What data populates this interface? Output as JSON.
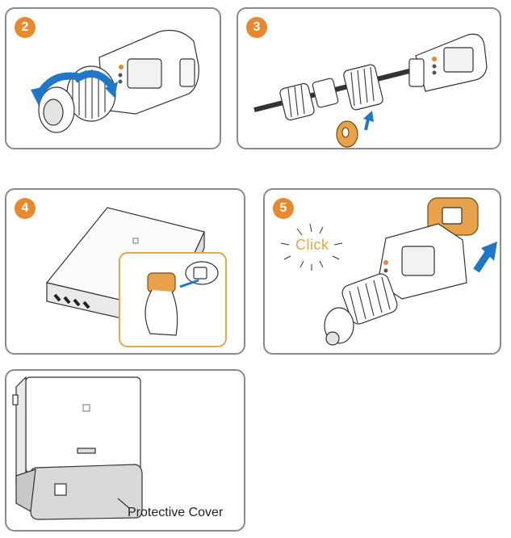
{
  "steps": [
    {
      "number": "2"
    },
    {
      "number": "3"
    },
    {
      "number": "4"
    },
    {
      "number": "5",
      "callout": "Click"
    },
    {
      "number": "",
      "label": "Protective Cover"
    }
  ],
  "colors": {
    "accent": "#e8892e",
    "panel_border": "#8a8a8a",
    "arrow_blue": "#1f77c9",
    "line": "#333333"
  }
}
